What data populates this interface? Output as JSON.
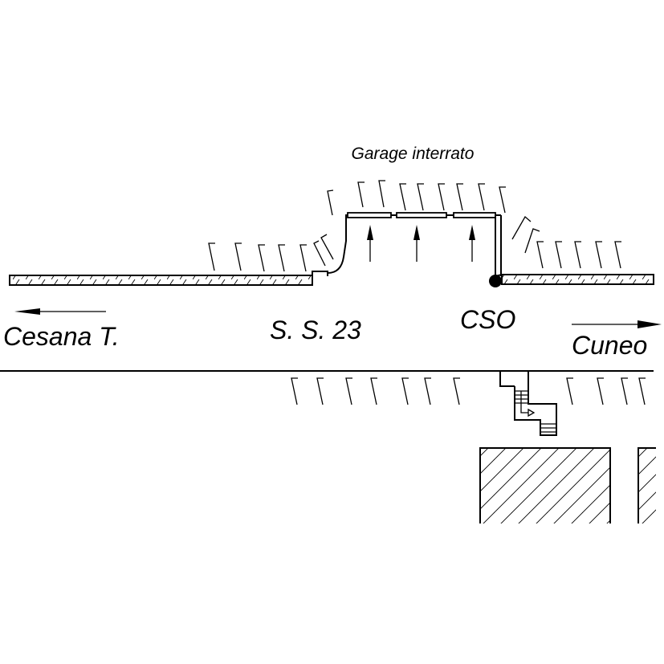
{
  "diagram": {
    "type": "site-plan",
    "colors": {
      "ink": "#000000",
      "background": "#ffffff"
    },
    "labels": {
      "garage": "Garage interrato",
      "road": "S. S. 23",
      "station": "CSO",
      "west_destination": "Cesana T.",
      "east_destination": "Cuneo"
    },
    "directions": {
      "west": "left-arrow",
      "east": "right-arrow"
    },
    "elements": [
      "sidewalk-north-west",
      "sidewalk-north-east",
      "garage-entrance",
      "ramp-arrows",
      "cso-outfall-point",
      "road-edge-south",
      "staircase",
      "building-block-large",
      "building-block-small"
    ]
  }
}
